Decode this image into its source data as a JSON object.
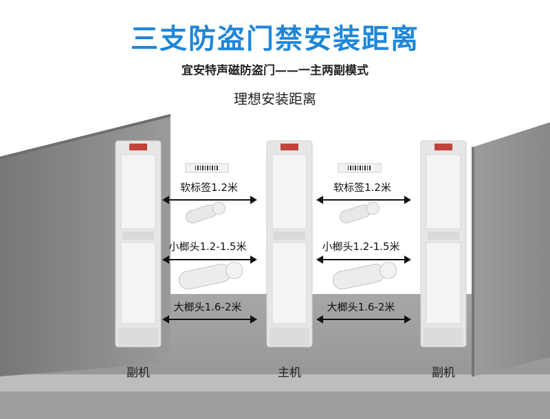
{
  "title": "三支防盗门禁安装距离",
  "subtitle": "宜安特声磁防盗门——一主两副模式",
  "ideal_label": "理想安装距离",
  "gates": [
    {
      "label": "副机"
    },
    {
      "label": "主机"
    },
    {
      "label": "副机"
    }
  ],
  "distances": {
    "soft_tag": "软标签1.2米",
    "small_hard_tag": "小榔头1.2-1.5米",
    "large_hard_tag": "大榔头1.6-2米"
  },
  "colors": {
    "title": "#1f86d8",
    "wall": "#8a8a8a",
    "floor": "#9b9b9b"
  }
}
